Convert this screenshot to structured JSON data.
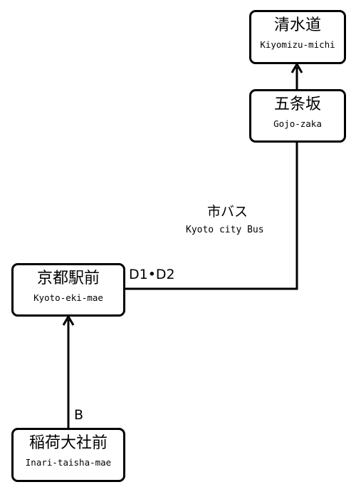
{
  "stations": {
    "kiyomizu": {
      "ja": "清水道",
      "en": "Kiyomizu-michi"
    },
    "gojo": {
      "ja": "五条坂",
      "en": "Gojo-zaka"
    },
    "kyoto": {
      "ja": "京都駅前",
      "en": "Kyoto-eki-mae"
    },
    "inari": {
      "ja": "稲荷大社前",
      "en": "Inari-taisha-mae"
    }
  },
  "route_labels": {
    "city_bus_ja": "市バス",
    "city_bus_en": "Kyoto city Bus",
    "stop_d": "D1•D2",
    "stop_b": "B"
  },
  "colors": {
    "line": "#000000",
    "background": "#ffffff"
  }
}
